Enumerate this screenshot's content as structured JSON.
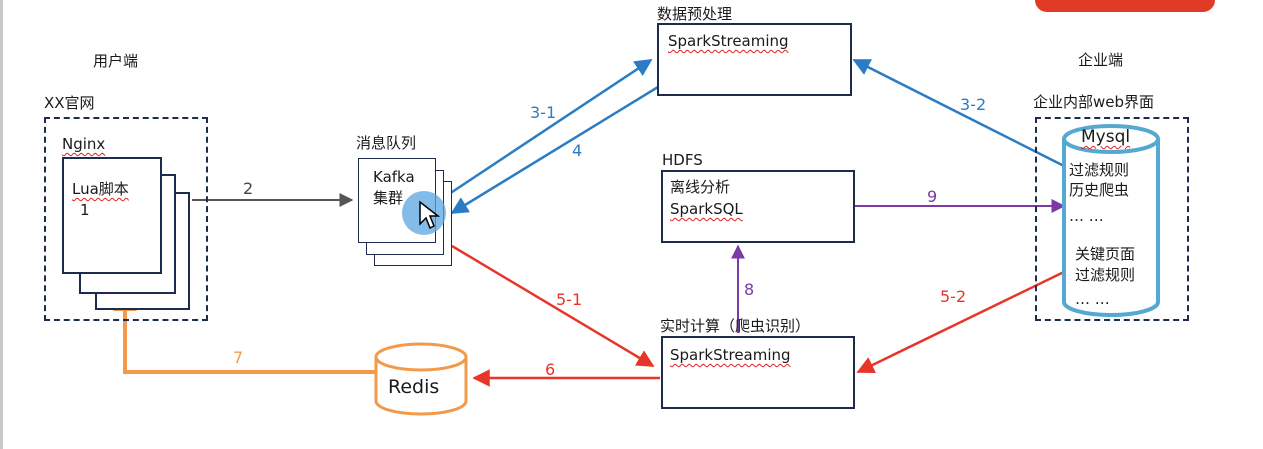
{
  "colors": {
    "box_border": "#1d2b4d",
    "gray_arrow": "#555555",
    "blue_arrow": "#2a7cc4",
    "red_arrow": "#e8352a",
    "purple_arrow": "#7b3aa6",
    "orange_arrow": "#f29a4a",
    "mysql_outline": "#55a8d0",
    "redis_outline": "#f29a4a",
    "cursor_highlight": "#6fb3e6"
  },
  "labels": {
    "user_side": "用户端",
    "xx_site": "XX官网",
    "nginx": "Nginx",
    "lua": "Lua脚本",
    "lua_num": "1",
    "mq_title": "消息队列",
    "kafka_line1": "Kafka",
    "kafka_line2": "集群",
    "preprocess_title": "数据预处理",
    "preprocess_body": "SparkStreaming",
    "hdfs_title": "HDFS",
    "offline_line1": "离线分析",
    "offline_line2": "SparkSQL",
    "realtime_title": "实时计算（爬虫识别）",
    "realtime_body": "SparkStreaming",
    "redis": "Redis",
    "enterprise_side": "企业端",
    "enterprise_web": "企业内部web界面",
    "mysql": "Mysql",
    "mysql_items": [
      "过滤规则",
      "历史爬虫",
      "… …",
      "关键页面",
      "过滤规则",
      "… …"
    ]
  },
  "arrows": {
    "a2": "2",
    "a3_1": "3-1",
    "a3_2": "3-2",
    "a4": "4",
    "a5_1": "5-1",
    "a5_2": "5-2",
    "a6": "6",
    "a7": "7",
    "a8": "8",
    "a9": "9"
  }
}
